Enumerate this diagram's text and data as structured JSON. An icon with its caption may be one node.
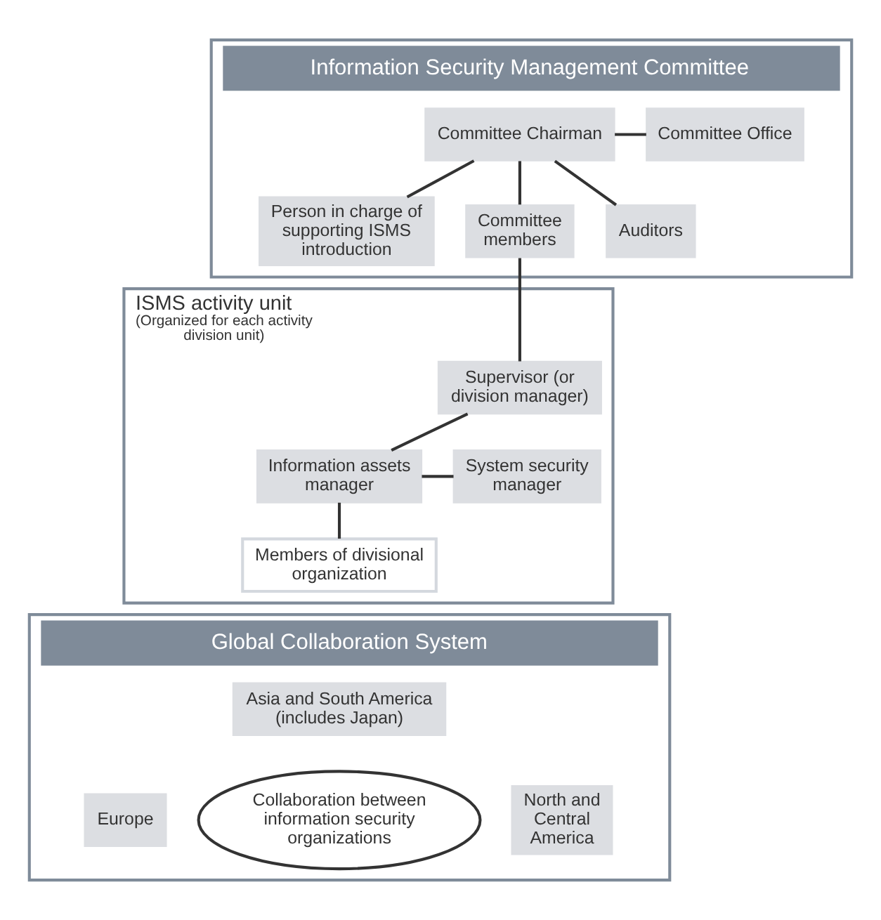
{
  "diagram": {
    "nodes": [
      {
        "text": [
          "Information Security Management Committee"
        ]
      },
      {
        "text": [
          "Committee Chairman"
        ],
        "in": 0
      },
      {
        "text": [
          "Committee Office"
        ],
        "in": 0
      },
      {
        "text": [
          "Person in charge of supporting ISMS introduction"
        ],
        "in": 0
      },
      {
        "text": [
          "Committee members"
        ],
        "in": 0
      },
      {
        "text": [
          "Auditors"
        ],
        "in": 0
      },
      {
        "text": [
          "ISMS activity unit",
          "(Organized for each activity division unit)"
        ]
      },
      {
        "text": [
          "Supervisor (or division manager)"
        ],
        "in": 6
      },
      {
        "text": [
          "Information assets manager"
        ],
        "in": 6
      },
      {
        "text": [
          "System security manager"
        ],
        "in": 6
      },
      {
        "text": [
          "Members of divisional organization"
        ],
        "in": 6
      },
      {
        "text": [
          "Global Collaboration System"
        ]
      },
      {
        "text": [
          "Collaboration between information security organizations"
        ],
        "in": 11
      },
      {
        "text": [
          "Asia and South America (includes Japan)"
        ],
        "in": 11
      },
      {
        "text": [
          "Europe"
        ],
        "in": 11
      },
      {
        "text": [
          "North and Central America"
        ],
        "in": 11
      }
    ],
    "edges": [
      {
        "from": 1,
        "to": 2,
        "arrow": "none"
      },
      {
        "from": 1,
        "to": 3,
        "arrow": "none"
      },
      {
        "from": 1,
        "to": 4,
        "arrow": "none"
      },
      {
        "from": 1,
        "to": 5,
        "arrow": "none"
      },
      {
        "from": 4,
        "to": 7,
        "arrow": "none"
      },
      {
        "from": 7,
        "to": 8,
        "arrow": "none"
      },
      {
        "from": 8,
        "to": 9,
        "arrow": "none"
      },
      {
        "from": 8,
        "to": 10,
        "arrow": "none"
      }
    ]
  }
}
